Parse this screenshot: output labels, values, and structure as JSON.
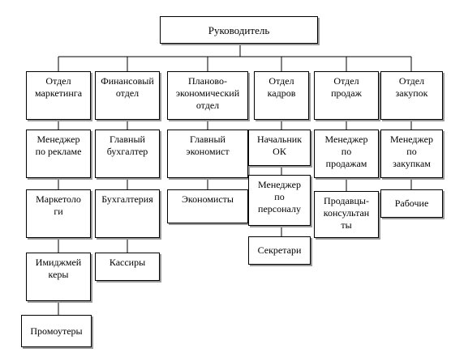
{
  "root": "Руководитель",
  "departments": [
    {
      "name": "Отдел\nмаркетинга",
      "staff": [
        "Менеджер\nпо рекламе",
        "Маркетоло\nги",
        "Имиджмей\nкеры",
        "Промоутеры"
      ]
    },
    {
      "name": "Финансовый\nотдел",
      "staff": [
        "Главный\nбухгалтер",
        "Бухгалтерия",
        "Кассиры"
      ]
    },
    {
      "name": "Планово-\nэкономический\nотдел",
      "staff": [
        "Главный\nэкономист",
        "Экономисты"
      ]
    },
    {
      "name": "Отдел\nкадров",
      "staff": [
        "Начальник\nОК",
        "Менеджер\nпо\nперсоналу",
        "Секретари"
      ]
    },
    {
      "name": "Отдел\nпродаж",
      "staff": [
        "Менеджер\nпо\nпродажам",
        "Продавцы-\nконсультан\nты"
      ]
    },
    {
      "name": "Отдел\nзакупок",
      "staff": [
        "Менеджер\nпо\nзакупкам",
        "Рабочие"
      ]
    }
  ]
}
